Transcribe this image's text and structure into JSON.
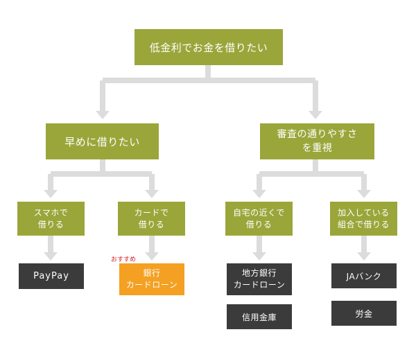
{
  "root": "低金利でお金を借りたい",
  "left": {
    "label": "早めに借りたい",
    "children": [
      {
        "label": "スマホで\n借りる",
        "results": [
          "PayPay"
        ]
      },
      {
        "label": "カードで\n借りる",
        "recommend": "おすすめ",
        "results": [
          "銀行\nカードローン"
        ]
      }
    ]
  },
  "right": {
    "label": "審査の通りやすさ\nを重視",
    "children": [
      {
        "label": "自宅の近くで\n借りる",
        "results": [
          "地方銀行\nカードローン",
          "信用金庫"
        ]
      },
      {
        "label": "加入している\n組合で借りる",
        "results": [
          "JAバンク",
          "労金"
        ]
      }
    ]
  },
  "colors": {
    "node_green": "#9aa63a",
    "result_dark": "#3b3b3b",
    "result_highlight": "#f4a022",
    "connector": "#dcdcdc",
    "recommend_text": "#d9191f"
  }
}
